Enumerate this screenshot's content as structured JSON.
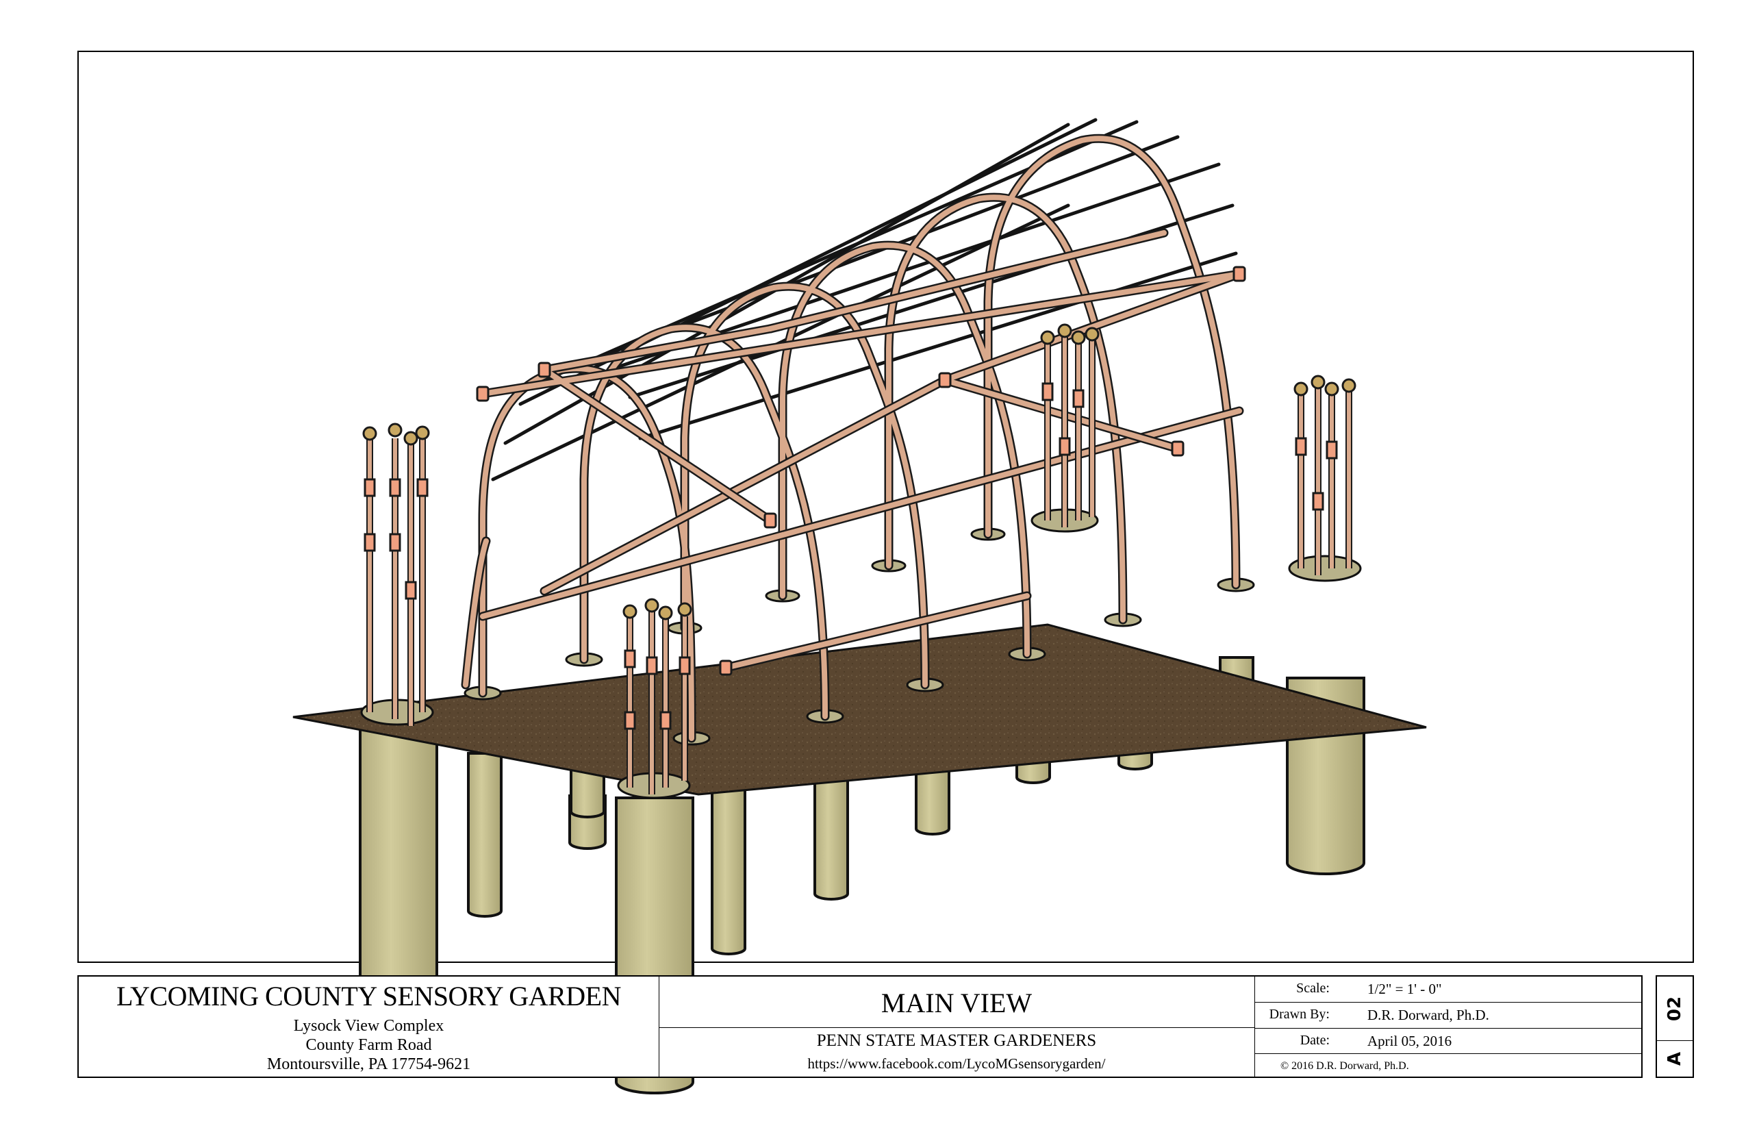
{
  "drawing": {
    "subject": "Hoop-arch arbor structure on earth slab with concrete pier footings",
    "colors": {
      "pipe": "#d9a98c",
      "pipe_fitting": "#f0a080",
      "pipe_outline": "#1a1a1a",
      "purlin": "#141414",
      "slab": "#5a4630",
      "pier": "#c8c292",
      "pier_shadow": "#a9a374",
      "finial": "#c9a862",
      "border": "#000000"
    },
    "arch_count": 6,
    "pier_count": 12
  },
  "title_block": {
    "project": {
      "title": "LYCOMING COUNTY SENSORY GARDEN",
      "address_line1": "Lysock View Complex",
      "address_line2": "County Farm Road",
      "address_line3": "Montoursville, PA 17754-9621"
    },
    "view": {
      "title": "MAIN VIEW",
      "organization": "PENN STATE MASTER GARDENERS",
      "url": "https://www.facebook.com/LycoMGsensorygarden/"
    },
    "info": {
      "scale_label": "Scale:",
      "scale_value": "1/2\" = 1' - 0\"",
      "drawn_by_label": "Drawn By:",
      "drawn_by_value": "D.R. Dorward, Ph.D.",
      "date_label": "Date:",
      "date_value": "April 05, 2016",
      "copyright": "© 2016 D.R. Dorward, Ph.D."
    },
    "sheet": {
      "number": "02",
      "series": "A"
    }
  }
}
